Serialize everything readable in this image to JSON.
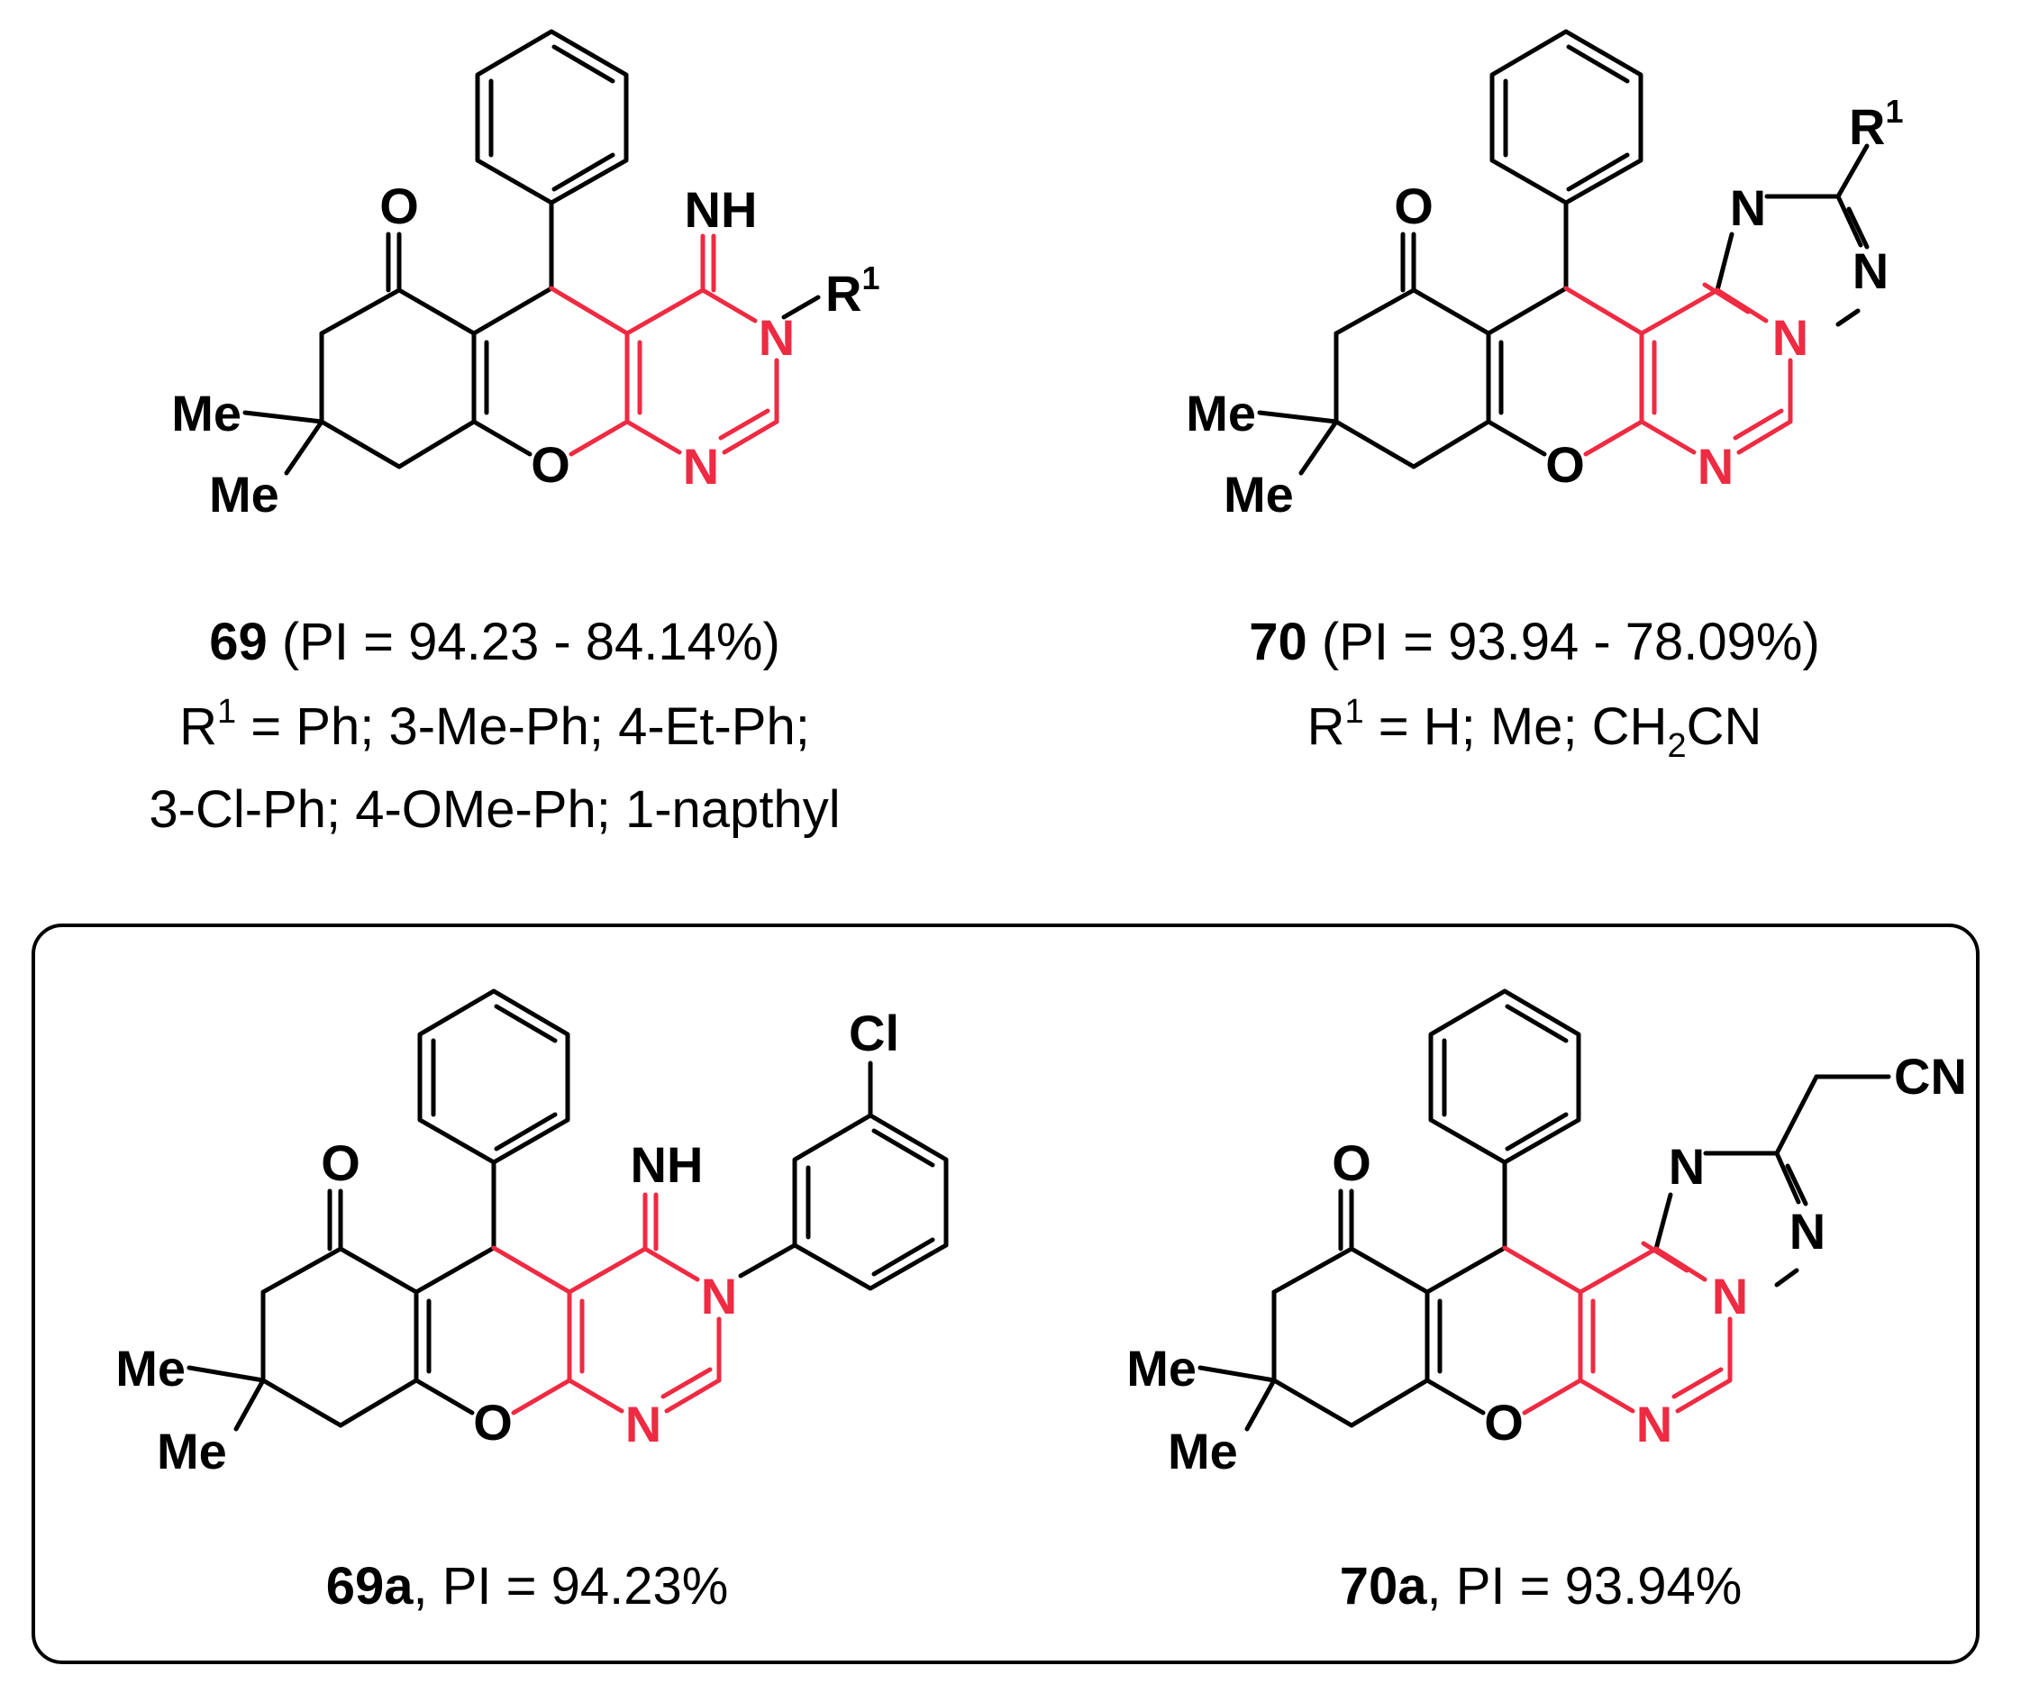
{
  "colors": {
    "bond_black": "#000000",
    "highlight_red": "#EE2B42",
    "background": "#ffffff"
  },
  "atoms": {
    "oxygen": "O",
    "ring_oxygen": "O",
    "imine": "NH",
    "nitrogen": "N",
    "methyl": "Me",
    "r_group": "R",
    "r_superscript": "1",
    "chlorine": "Cl",
    "cyano": "CN"
  },
  "compounds": {
    "c69": {
      "id": "69",
      "pi_text": " (PI = 94.23 - 84.14%)",
      "r_label": "R",
      "r_sup": "1",
      "substituents": " = Ph; 3-Me-Ph; 4-Et-Ph;",
      "substituents_line2": "3-Cl-Ph; 4-OMe-Ph; 1-napthyl"
    },
    "c70": {
      "id": "70",
      "pi_text": " (PI = 93.94 - 78.09%)",
      "r_label": "R",
      "r_sup": "1",
      "substituents_pre": " = H; Me; CH",
      "sub_2": "2",
      "substituents_post": "CN"
    },
    "c69a": {
      "id": "69a",
      "pi_text": ", PI = 94.23%"
    },
    "c70a": {
      "id": "70a",
      "pi_text": ", PI = 93.94%"
    }
  }
}
